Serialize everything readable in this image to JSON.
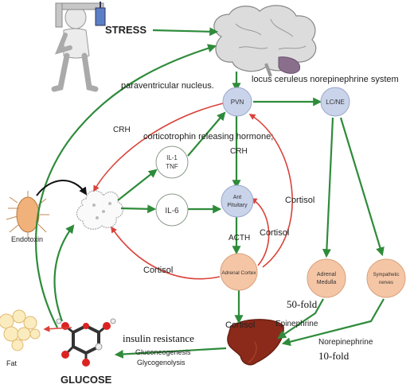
{
  "labels": {
    "stress": "STRESS",
    "paraventricular_nucleus": "paraventricular nucleus.",
    "locus_ceruleus": "locus ceruleus norepinephrine system",
    "crh_left": "CRH",
    "crh_center": "CRH",
    "corticotrophin": "corticotrophin releasing hormone;",
    "cortisol_right": "Cortisol",
    "cortisol_mid": "Cortisol",
    "cortisol_left": "Cortisol",
    "cortisol_bottom": "Cortisol",
    "acth": "ACTH",
    "endotoxin": "Endotoxin",
    "fifty_fold": "50-fold",
    "epinephrine": "Epinephrine",
    "norepinephrine": "Norepinephrine",
    "ten_fold": "10-fold",
    "insulin_resistance": "insulin resistance",
    "gluconeogenesis": "Gluconeogenesis",
    "glycogenolysis": "Glycogenolysis",
    "fat": "Fat",
    "glucose": "GLUCOSE"
  },
  "nodes": {
    "pvn": "PVN",
    "lcne": "LC/NE",
    "il1_line1": "IL-1",
    "il1_line2": "TNF",
    "il6": "IL-6",
    "ant_pit_line1": "Ant",
    "ant_pit_line2": "Pituitary",
    "adrenal_cortex": "Adrenal Cortex",
    "adrenal_medulla_line1": "Adrenal",
    "adrenal_medulla_line2": "Medulla",
    "sympathetic_line1": "Sympathetic",
    "sympathetic_line2": "nerves"
  },
  "colors": {
    "stimulate_arrow": "#2e8b3a",
    "inhibit_arrow": "#d9423a",
    "blue_node": "#c9d3ea",
    "orange_node": "#f5c6a5",
    "liver": "#8b2a1a",
    "brain": "#dcdcdc"
  }
}
